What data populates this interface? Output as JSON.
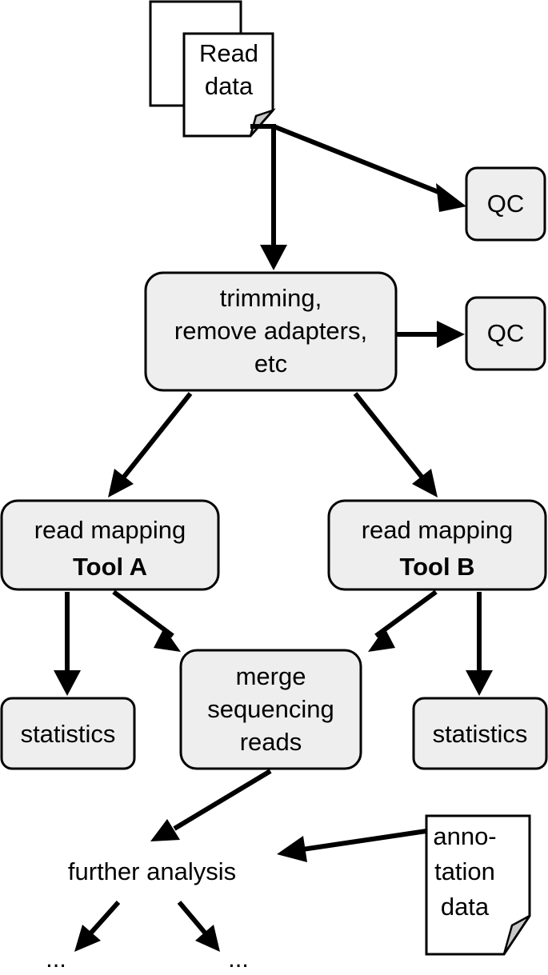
{
  "nodes": {
    "read_data": {
      "lines": [
        "Read",
        "data"
      ]
    },
    "qc_top": {
      "lines": [
        "QC"
      ]
    },
    "trimming": {
      "lines": [
        "trimming,",
        "remove adapters,",
        "etc"
      ]
    },
    "qc_mid": {
      "lines": [
        "QC"
      ]
    },
    "mapping_a": {
      "line1": "read mapping",
      "line2": "Tool A"
    },
    "mapping_b": {
      "line1": "read mapping",
      "line2": "Tool B"
    },
    "stats_left": {
      "lines": [
        "statistics"
      ]
    },
    "merge": {
      "lines": [
        "merge",
        "sequencing",
        "reads"
      ]
    },
    "stats_right": {
      "lines": [
        "statistics"
      ]
    },
    "further": {
      "lines": [
        "further analysis"
      ]
    },
    "annotation": {
      "lines": [
        "anno-",
        "tation",
        "data"
      ]
    },
    "ellipsis_left": {
      "lines": [
        "..."
      ]
    },
    "ellipsis_right": {
      "lines": [
        "..."
      ]
    }
  },
  "colors": {
    "box_fill": "#eeeeee",
    "stroke": "#000000",
    "fold_fill": "#c8c8c8"
  }
}
